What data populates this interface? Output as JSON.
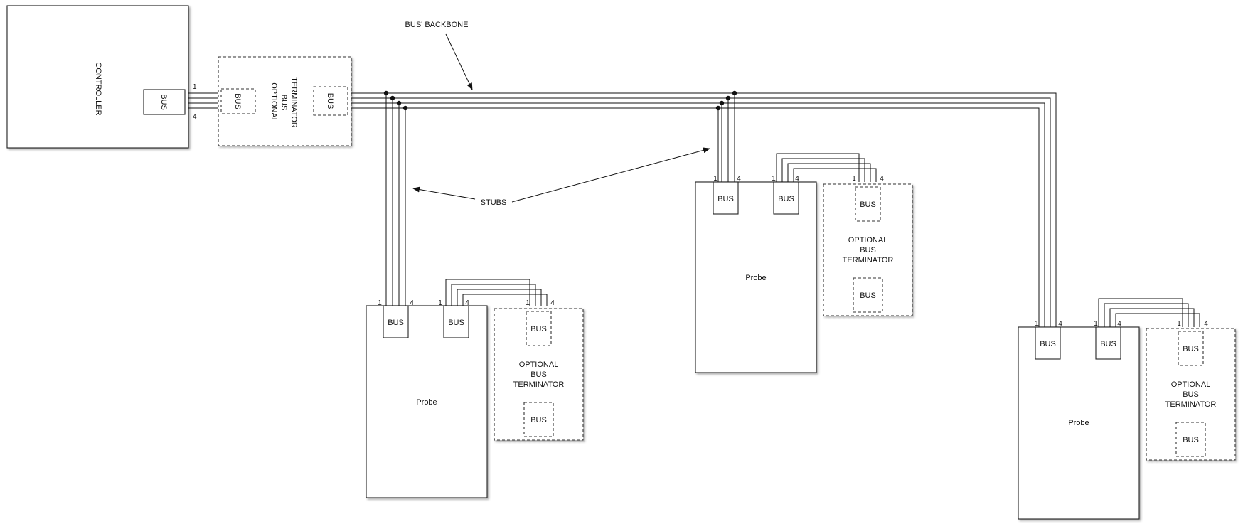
{
  "controller": {
    "label": "CONTROLLER",
    "bus_label": "BUS",
    "pin_first": "1",
    "pin_last": "4"
  },
  "inline_terminator": {
    "label_lines": [
      "OPTIONAL",
      "BUS",
      "TERMINATOR"
    ],
    "bus_label_left": "BUS",
    "bus_label_right": "BUS"
  },
  "annotations": {
    "backbone": "BUS' BACKBONE",
    "stubs": "STUBS"
  },
  "probes": [
    {
      "label": "Probe",
      "bus_label_1": "BUS",
      "bus_label_2": "BUS",
      "pins": [
        "1",
        "4",
        "1",
        "4"
      ],
      "terminator": {
        "label_lines": [
          "OPTIONAL",
          "BUS",
          "TERMINATOR"
        ],
        "bus_label_top": "BUS",
        "bus_label_bottom": "BUS",
        "pin_first": "1",
        "pin_last": "4"
      }
    },
    {
      "label": "Probe",
      "bus_label_1": "BUS",
      "bus_label_2": "BUS",
      "pins": [
        "1",
        "4",
        "1",
        "4"
      ],
      "terminator": {
        "label_lines": [
          "OPTIONAL",
          "BUS",
          "TERMINATOR"
        ],
        "bus_label_top": "BUS",
        "bus_label_bottom": "BUS",
        "pin_first": "1",
        "pin_last": "4"
      }
    },
    {
      "label": "Probe",
      "bus_label_1": "BUS",
      "bus_label_2": "BUS",
      "pins": [
        "1",
        "4",
        "1",
        "4"
      ],
      "terminator": {
        "label_lines": [
          "OPTIONAL",
          "BUS",
          "TERMINATOR"
        ],
        "bus_label_top": "BUS",
        "bus_label_bottom": "BUS",
        "pin_first": "1",
        "pin_last": "4"
      }
    }
  ]
}
